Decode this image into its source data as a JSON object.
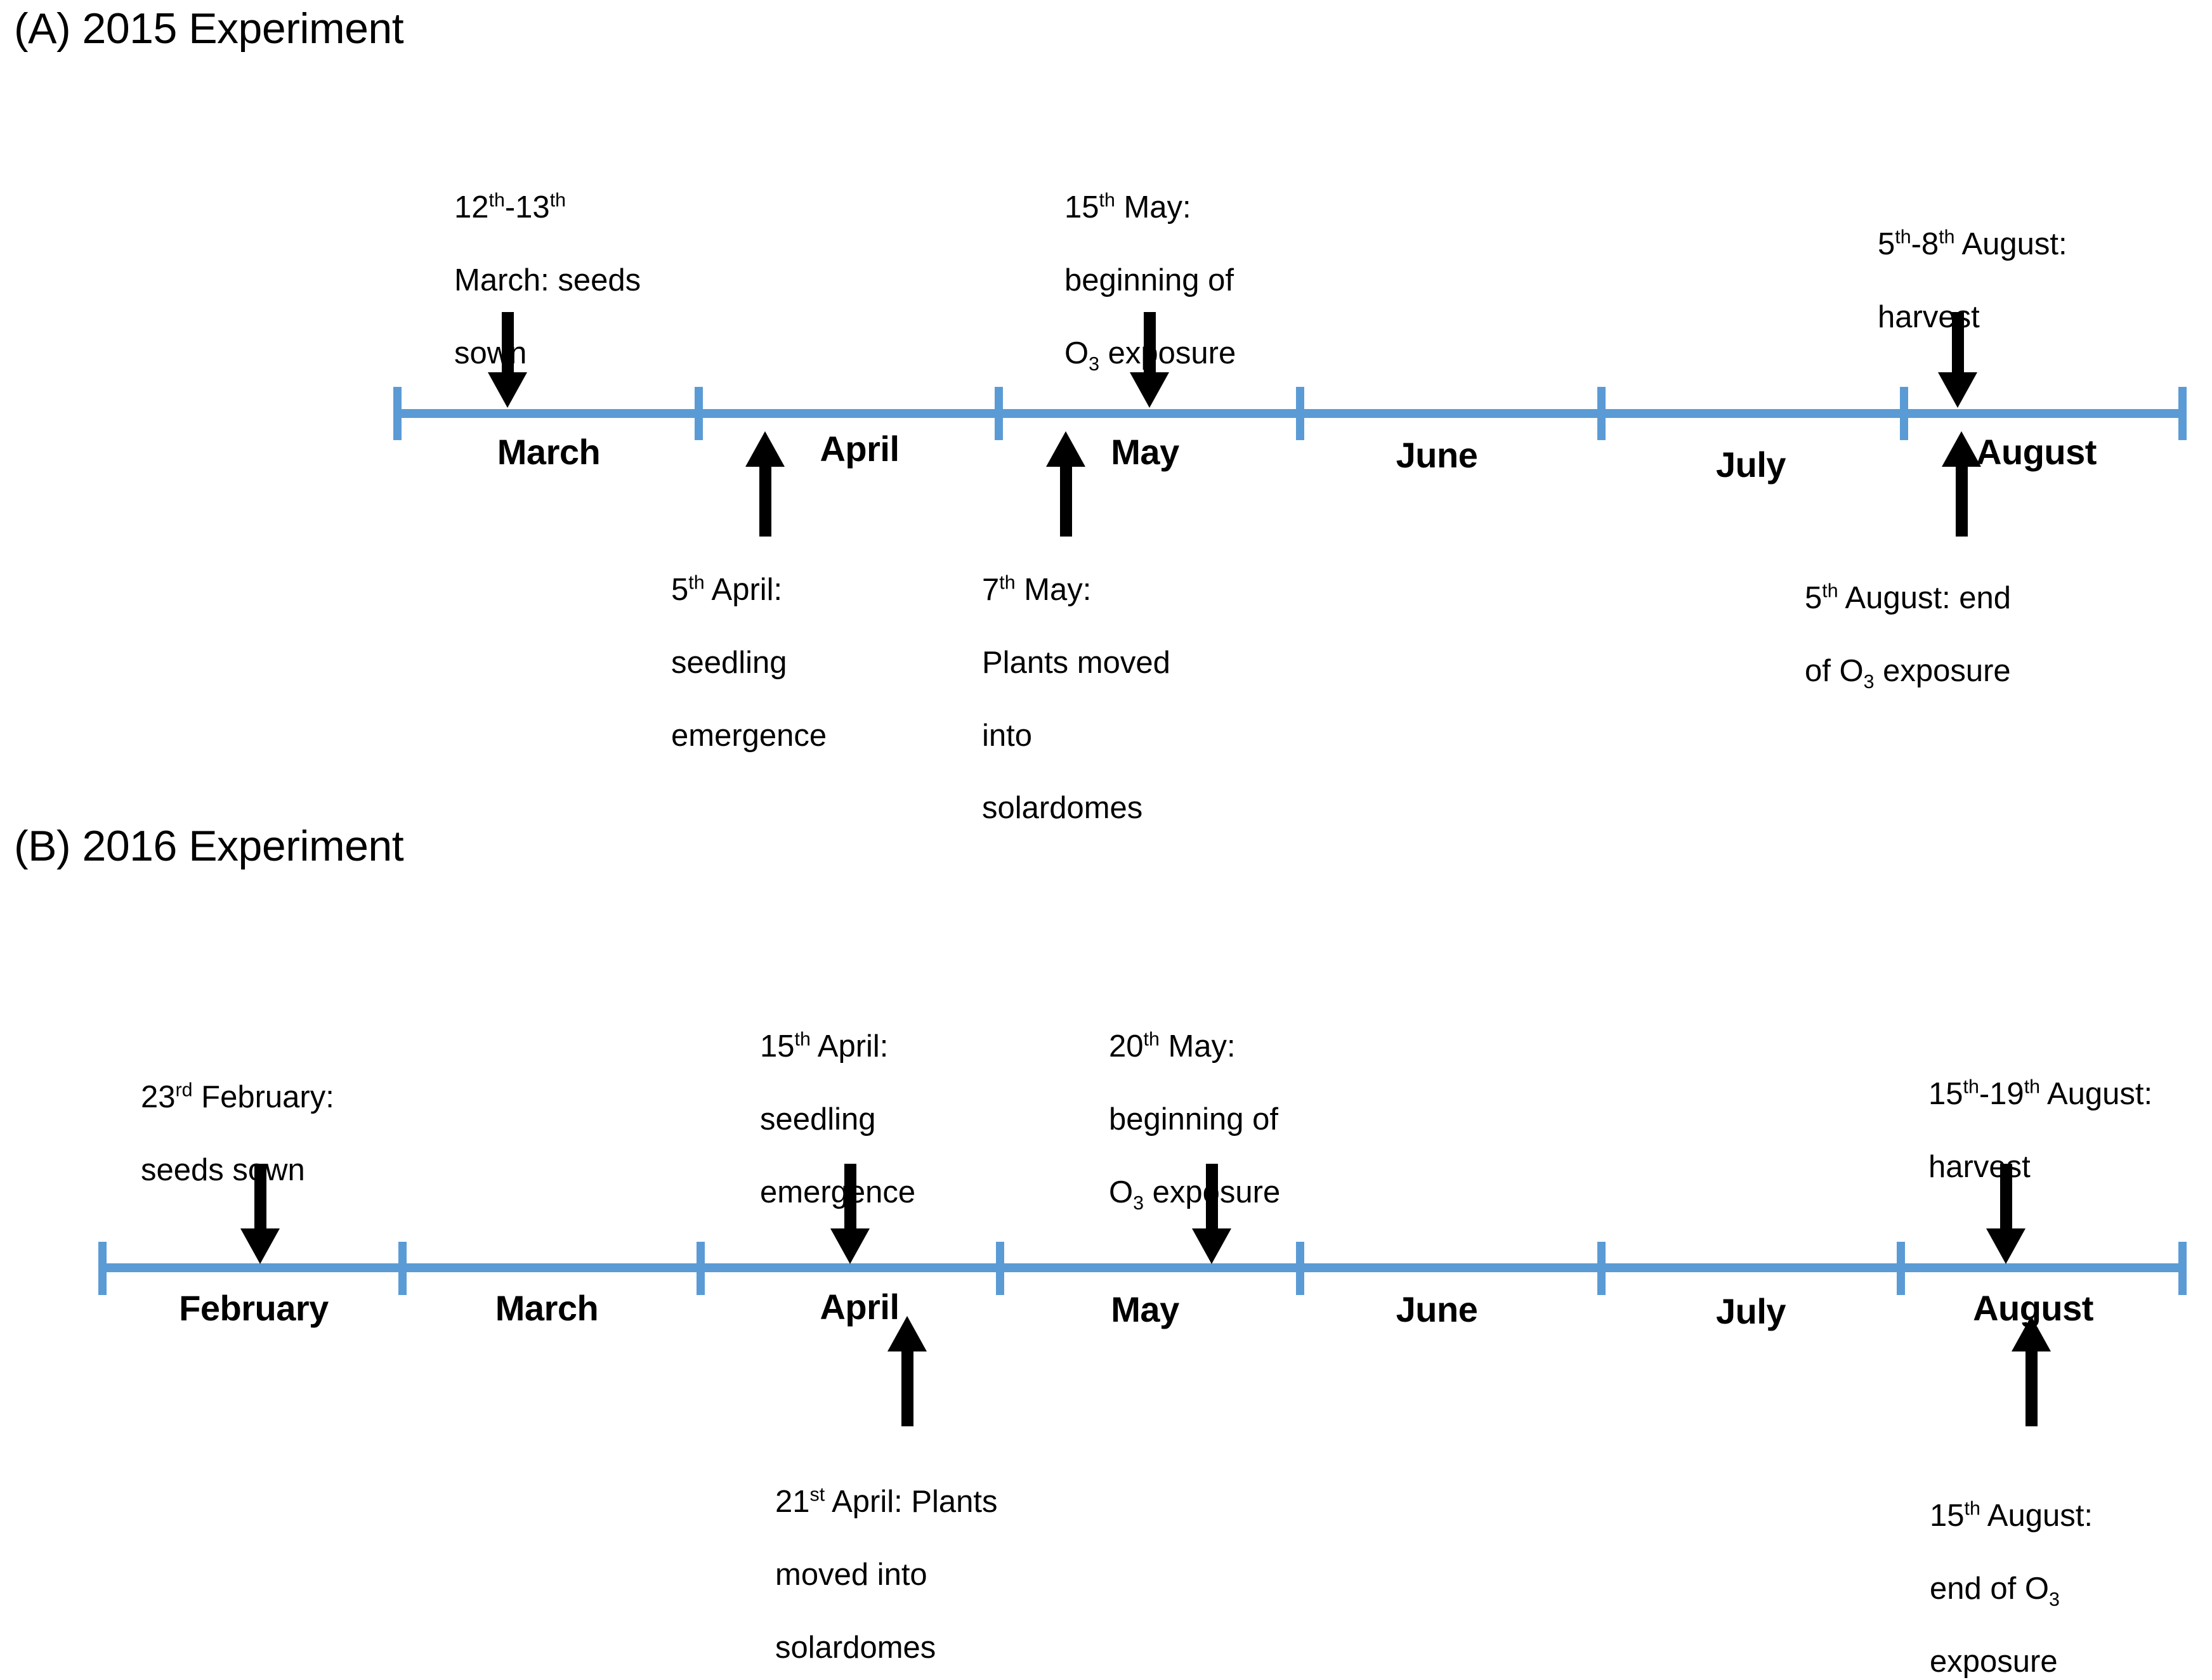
{
  "figure": {
    "type": "timeline-diagram",
    "panels": [
      {
        "id": "A",
        "title": "(A) 2015 Experiment",
        "axis": {
          "color": "#5B9BD5",
          "start_month": "March",
          "end_month": "August",
          "months": [
            "March",
            "April",
            "May",
            "June",
            "July",
            "August"
          ]
        },
        "events": [
          {
            "name": "seeds-sown",
            "position": "above",
            "date": "12th-13th March",
            "line1_num": "12",
            "line1_ord": "th",
            "line1_mid": "-13",
            "line1_ord2": "th",
            "line2": "March: seeds",
            "line3": "sown"
          },
          {
            "name": "seedling-emergence",
            "position": "below",
            "date": "5th April",
            "line1_num": "5",
            "line1_ord": "th",
            "line1_rest": " April:",
            "line2": "seedling",
            "line3": "emergence"
          },
          {
            "name": "plants-moved-into-solardomes",
            "position": "below",
            "date": "7th May",
            "line1_num": "7",
            "line1_ord": "th",
            "line1_rest": " May:",
            "line2": "Plants moved",
            "line3": "into",
            "line4": "solardomes"
          },
          {
            "name": "beginning-of-ozone-exposure",
            "position": "above",
            "date": "15th May",
            "line1_num": "15",
            "line1_ord": "th",
            "line1_rest": " May:",
            "line2": "beginning of",
            "line3_pre": "O",
            "line3_sub": "3",
            "line3_post": " exposure"
          },
          {
            "name": "end-of-ozone-exposure",
            "position": "below",
            "date": "5th August",
            "line1_num": "5",
            "line1_ord": "th",
            "line1_rest": " August: end",
            "line2_pre": "of O",
            "line2_sub": "3",
            "line2_post": " exposure"
          },
          {
            "name": "harvest",
            "position": "above",
            "date": "5th-8th August",
            "line1_num": "5",
            "line1_ord": "th",
            "line1_mid": "-8",
            "line1_ord2": "th",
            "line1_rest": " August:",
            "line2": "harvest"
          }
        ]
      },
      {
        "id": "B",
        "title": "(B) 2016 Experiment",
        "axis": {
          "color": "#5B9BD5",
          "start_month": "February",
          "end_month": "August",
          "months": [
            "February",
            "March",
            "April",
            "May",
            "June",
            "July",
            "August"
          ]
        },
        "events": [
          {
            "name": "seeds-sown",
            "position": "above",
            "date": "23rd February",
            "line1_num": "23",
            "line1_ord": "rd",
            "line1_rest": " February:",
            "line2": "seeds sown"
          },
          {
            "name": "seedling-emergence",
            "position": "above",
            "date": "15th April",
            "line1_num": "15",
            "line1_ord": "th",
            "line1_rest": " April:",
            "line2": "seedling",
            "line3": "emergence"
          },
          {
            "name": "plants-moved-into-solardomes",
            "position": "below",
            "date": "21st April",
            "line1_num": "21",
            "line1_ord": "st",
            "line1_rest": " April: Plants",
            "line2": "moved into",
            "line3": "solardomes"
          },
          {
            "name": "beginning-of-ozone-exposure",
            "position": "above",
            "date": "20th May",
            "line1_num": "20",
            "line1_ord": "th",
            "line1_rest": " May:",
            "line2": "beginning of",
            "line3_pre": "O",
            "line3_sub": "3",
            "line3_post": " exposure"
          },
          {
            "name": "end-of-ozone-exposure",
            "position": "below",
            "date": "15th August",
            "line1_num": "15",
            "line1_ord": "th",
            "line1_rest": " August:",
            "line2_pre": "end of O",
            "line2_sub": "3",
            "line3": "exposure"
          },
          {
            "name": "harvest",
            "position": "above",
            "date": "15th-19th August",
            "line1_num": "15",
            "line1_ord": "th",
            "line1_mid": "-19",
            "line1_ord2": "th",
            "line1_rest": " August:",
            "line2": "harvest"
          }
        ]
      }
    ]
  }
}
